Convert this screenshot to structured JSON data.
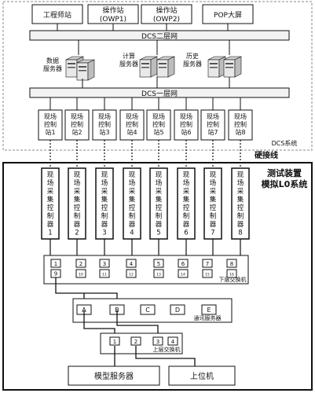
{
  "colors": {
    "line": "#111111",
    "box_fill": "#ffffff",
    "bus_fill": "#f2f2f2",
    "dashed_border": "#888888",
    "server_fill": "#e8e8e8"
  },
  "top_row": [
    "工程师站",
    "操作站",
    "(OWP1)",
    "操作站",
    "(OWP2)",
    "POP大屏"
  ],
  "dcs_l2_label": "DCS二层网",
  "servers": {
    "data": [
      "数据",
      "服务器"
    ],
    "compute": [
      "计算",
      "服务器"
    ],
    "history": [
      "历史",
      "服务器"
    ]
  },
  "dcs_l1_label": "DCS一层网",
  "field_control_stations": [
    [
      "现场",
      "控制",
      "站1"
    ],
    [
      "现场",
      "控制",
      "站2"
    ],
    [
      "现场",
      "控制",
      "站3"
    ],
    [
      "现场",
      "控制",
      "站4"
    ],
    [
      "现场",
      "控制",
      "站5"
    ],
    [
      "现场",
      "控制",
      "站6"
    ],
    [
      "现场",
      "控制",
      "站7"
    ],
    [
      "现场",
      "控制",
      "站8"
    ]
  ],
  "dcs_system_label": "DCS系统",
  "hardwire_label": "硬接线",
  "test_device_title": [
    "测试装置",
    "模拟L0系统"
  ],
  "acquisition_controllers": [
    [
      "现",
      "场",
      "采",
      "集",
      "控",
      "制",
      "器",
      "1"
    ],
    [
      "现",
      "场",
      "采",
      "集",
      "控",
      "制",
      "器",
      "2"
    ],
    [
      "现",
      "场",
      "采",
      "集",
      "控",
      "制",
      "器",
      "3"
    ],
    [
      "现",
      "场",
      "采",
      "集",
      "控",
      "制",
      "器",
      "4"
    ],
    [
      "现",
      "场",
      "采",
      "集",
      "控",
      "制",
      "器",
      "5"
    ],
    [
      "现",
      "场",
      "采",
      "集",
      "控",
      "制",
      "器",
      "6"
    ],
    [
      "现",
      "场",
      "采",
      "集",
      "控",
      "制",
      "器",
      "7"
    ],
    [
      "现",
      "场",
      "采",
      "集",
      "控",
      "制",
      "器",
      "8"
    ]
  ],
  "lower_switch": {
    "top_ports": [
      "1",
      "2",
      "3",
      "4",
      "5",
      "6",
      "7",
      "8"
    ],
    "bottom_ports": [
      "9",
      "10",
      "11",
      "12",
      "13",
      "14",
      "15",
      "16"
    ],
    "label": "下层交换机"
  },
  "comm_server": {
    "ports": [
      "A",
      "B",
      "C",
      "D",
      "E"
    ],
    "label": "通讯服务器"
  },
  "upper_switch": {
    "ports": [
      "1",
      "2",
      "3",
      "4"
    ],
    "label": "上层交换机"
  },
  "bottom_boxes": {
    "model_server": "模型服务器",
    "host_pc": "上位机"
  }
}
